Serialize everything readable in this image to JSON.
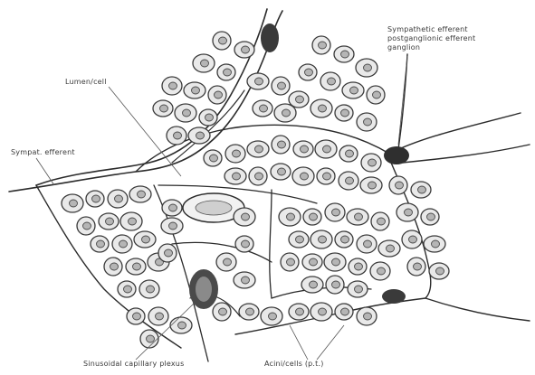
{
  "labels": {
    "top_left": "Lumen/cell",
    "left": "Sympat. efferent",
    "top_right_line1": "Sympathetic efferent",
    "top_right_line2": "postganglionic efferent",
    "top_right_line3": "ganglion",
    "bottom_left": "Sinusoidal capillary plexus",
    "bottom_mid": "Acini/cells (p.t.)"
  },
  "colors": {
    "line": "#2b2b2b",
    "cell_fill": "#e9e9e9",
    "nucleus_fill": "#b5b5b5",
    "background": "#ffffff"
  }
}
